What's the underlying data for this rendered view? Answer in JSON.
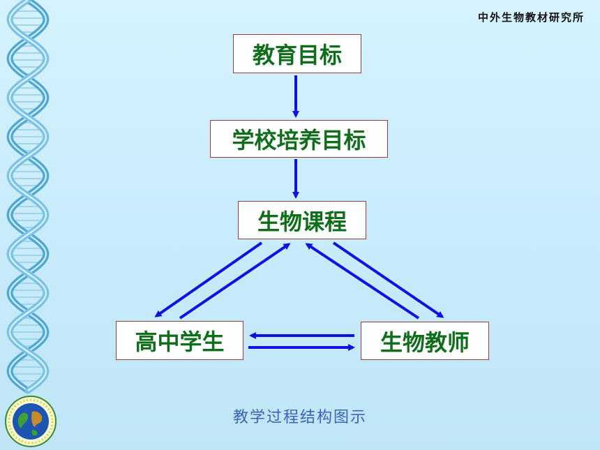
{
  "header": {
    "org": "中外生物教材研究所"
  },
  "diagram": {
    "nodes": {
      "edu_goal": "教育目标",
      "school_goal": "学校培养目标",
      "bio_course": "生物课程",
      "students": "高中学生",
      "teachers": "生物教师"
    },
    "caption": "教学过程结构图示"
  },
  "colors": {
    "background": "#c9ecfb",
    "node_text": "#0f6e1a",
    "node_border": "#9b3a3a",
    "arrow": "#1010e0",
    "caption": "#3b63b8"
  },
  "decor": {
    "left_border": "dna-helix-icon",
    "emblem": "globe-emblem-icon"
  }
}
